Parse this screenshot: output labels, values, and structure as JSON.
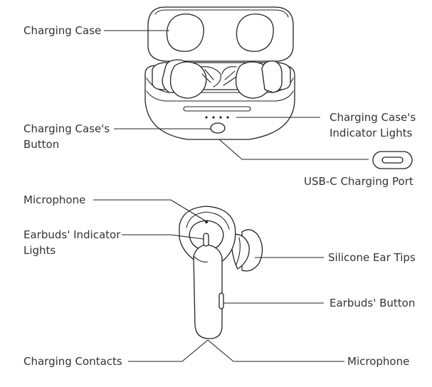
{
  "labels": {
    "charging_case": "Charging Case",
    "case_button_l1": "Charging Case's",
    "case_button_l2": "Button",
    "case_indicator_l1": "Charging Case's",
    "case_indicator_l2": "Indicator Lights",
    "usbc_port": "USB-C Charging Port",
    "microphone_top": "Microphone",
    "earbud_indicator_l1": "Earbuds' Indicator",
    "earbud_indicator_l2": "Lights",
    "ear_tips": "Silicone Ear Tips",
    "earbud_button": "Earbuds' Button",
    "charging_contacts": "Charging Contacts",
    "microphone_bottom": "Microphone"
  }
}
